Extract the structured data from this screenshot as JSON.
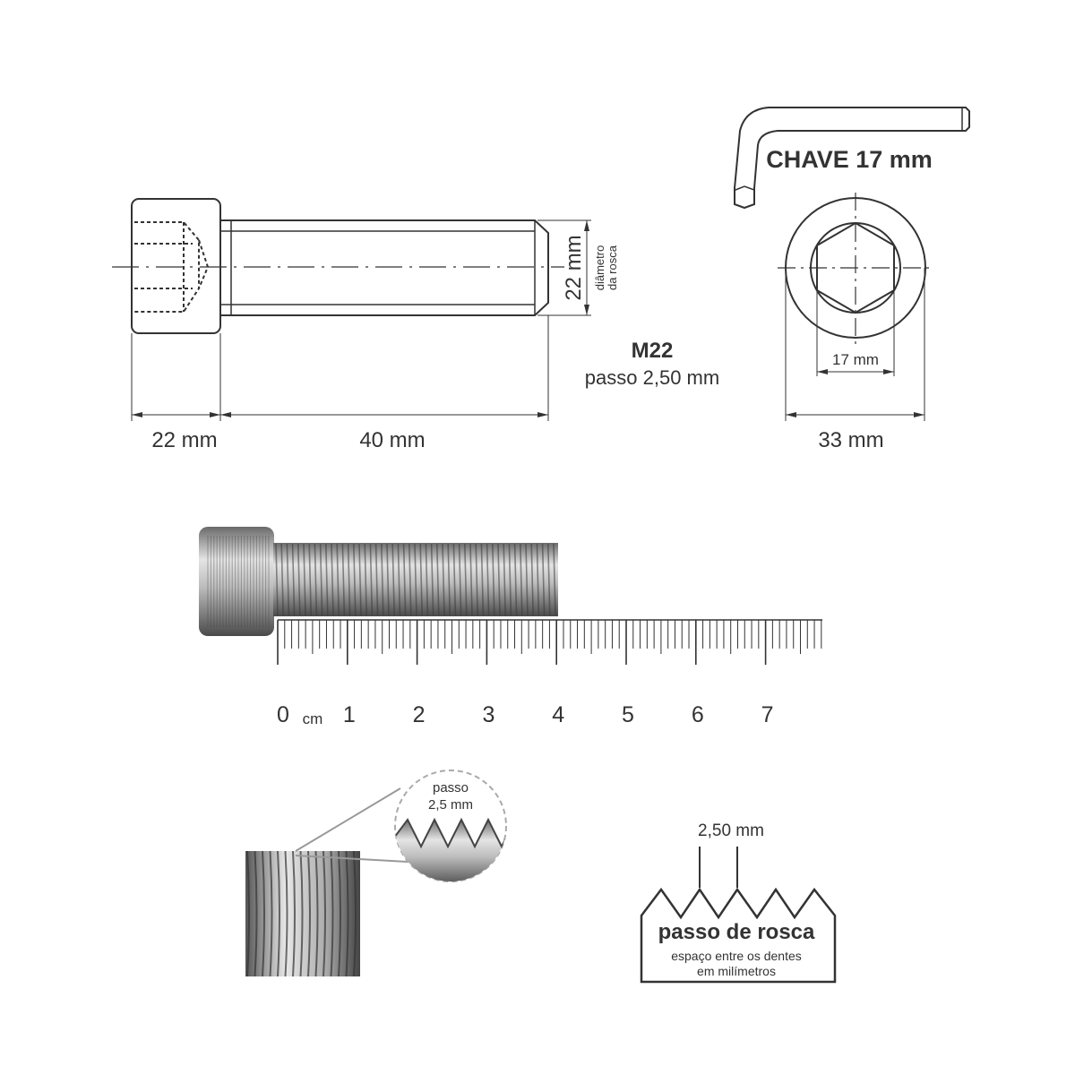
{
  "drawing": {
    "head_length": "22 mm",
    "shank_length": "40 mm",
    "thread_diameter": "22 mm",
    "thread_diameter_caption": [
      "diâmetro",
      "da rosca"
    ],
    "size": "M22",
    "pitch": "passo 2,50 mm"
  },
  "key": {
    "title": "CHAVE 17 mm",
    "hex_size": "17 mm",
    "head_diameter": "33 mm"
  },
  "ruler": {
    "unit": "cm",
    "labels": [
      "0",
      "1",
      "2",
      "3",
      "4",
      "5",
      "6",
      "7"
    ],
    "max_mm": 78
  },
  "thread_detail": {
    "caption": [
      "passo",
      "2,5 mm"
    ]
  },
  "pitch_diagram": {
    "value": "2,50 mm",
    "title": "passo de rosca",
    "subtitle": [
      "espaço entre os dentes",
      "em milímetros"
    ]
  },
  "colors": {
    "line": "#333333",
    "metal_dark": "#555555",
    "metal_light": "#e0e0e0"
  }
}
